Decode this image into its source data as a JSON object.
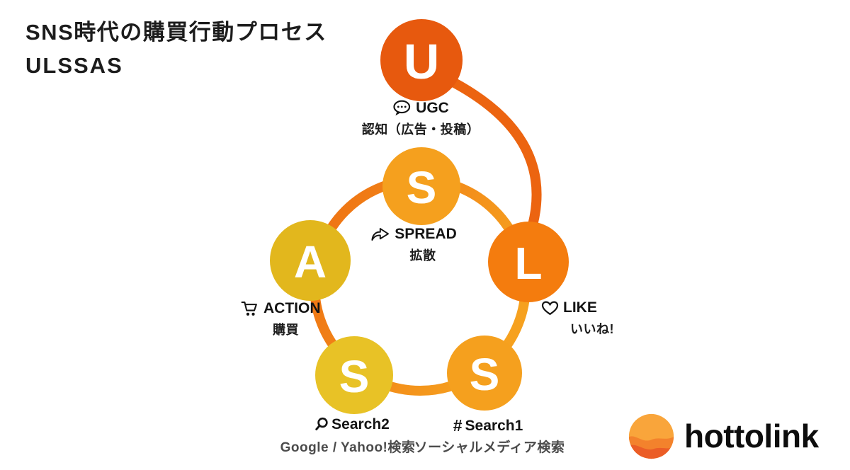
{
  "title": {
    "line1": "SNS時代の購買行動プロセス",
    "line2": "ULSSAS"
  },
  "nodes": {
    "u": {
      "letter": "U",
      "label": "UGC",
      "sub": "認知（広告・投稿）",
      "color": "#E7590E",
      "icon": "speech-bubble"
    },
    "l": {
      "letter": "L",
      "label": "LIKE",
      "sub": "いいね!",
      "color": "#F47C0E",
      "icon": "heart"
    },
    "s1": {
      "letter": "S",
      "label": "Search1",
      "sub": "ソーシャルメディア検索",
      "color": "#F5A01E",
      "icon": "hashtag"
    },
    "s2": {
      "letter": "S",
      "label": "Search2",
      "sub": "Google / Yahoo!検索",
      "color": "#E8C226",
      "icon": "magnifier"
    },
    "a": {
      "letter": "A",
      "label": "ACTION",
      "sub": "購買",
      "color": "#E2B71D",
      "icon": "shopping-cart"
    },
    "spread": {
      "letter": "S",
      "label": "SPREAD",
      "sub": "拡散",
      "color": "#F5A01E",
      "icon": "share-arrow"
    }
  },
  "icons": {
    "hashtag_glyph": "#"
  },
  "colors": {
    "ring_start": "#EE6F12",
    "ring_end": "#F6A11F",
    "connector": "#EC6410",
    "icon_ink": "#141414",
    "logo_wave_top": "#F9A53B",
    "logo_wave_mid": "#F3822C",
    "logo_wave_bottom": "#EB5D26"
  },
  "logo": {
    "text": "hottolink"
  }
}
